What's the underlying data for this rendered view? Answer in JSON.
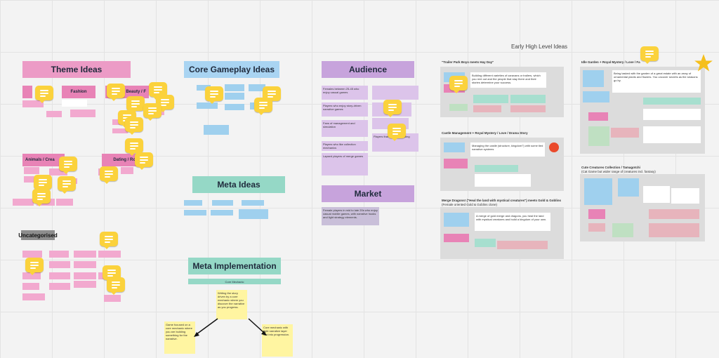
{
  "board": {
    "section_title": "Early High Level Ideas",
    "headers": {
      "theme": "Theme Ideas",
      "core": "Core Gameplay Ideas",
      "audience": "Audience",
      "market": "Market",
      "meta": "Meta Ideas",
      "meta_impl": "Meta Implementation",
      "uncategorised": "Uncategorised",
      "fashion": "Fashion",
      "animals": "Animals / Crea",
      "dating": "Dating / Ro",
      "beauty": "Beauty / F",
      "meta_impl_sub": "Core Mechanic"
    },
    "frames": {
      "trailer": "\"Trailer Park Boys meets Hay Day\"",
      "castle": "Castle Management + Royal Mystery / Love / Drama Story",
      "merge": "Merge Dragons! (\"Heal the land with mystical creatures\") meets Gold & Goblins",
      "merge_sub": "(Female oriented Gold & Goblins clone)",
      "idle": "Idle Garden + Royal Mystery / Love / Fa",
      "cute": "Cute Creatures Collection / Tamagotchi",
      "cute_sub": "(Cat Game but wider range of creatures incl. fantasy)"
    },
    "notes": {
      "trailer_main": "Building different varieties of caravans or trailers, which you rent out and the people that stay there and their stories determine your success.",
      "castle_main": "Managing the castle (structure, kingdom?) with some tied narrative systems",
      "merge_main": "A merge of gold merge and dragons, you heal the land with mystical creatures and build a kingdom of your own.",
      "idle_main": "Being tasked with the garden of a great estate with an array of ornamental plants and flowers. You uncover secrets as the seasons go by.",
      "meta_center": "Writing the story driven by a core mechanic where you discover the narrative as you progress.",
      "meta_left": "Game focused on a core mechanic where you are building something for the narrative.",
      "meta_right": "Core mechanic with light narrative layer tied into progression.",
      "market_main": "Female players in mid to late 20s who enjoy casual mobile games, with narrative hooks and light strategy elements.",
      "audience_1": "Females between 25-45 who enjoy casual games",
      "audience_2": "Players who enjoy story-driven narrative games",
      "audience_3": "Fans of management and simulation",
      "audience_4": "Players who like collection mechanics",
      "audience_5": "Players that enjoy decorating",
      "audience_6": "Lapsed players of merge games"
    }
  }
}
